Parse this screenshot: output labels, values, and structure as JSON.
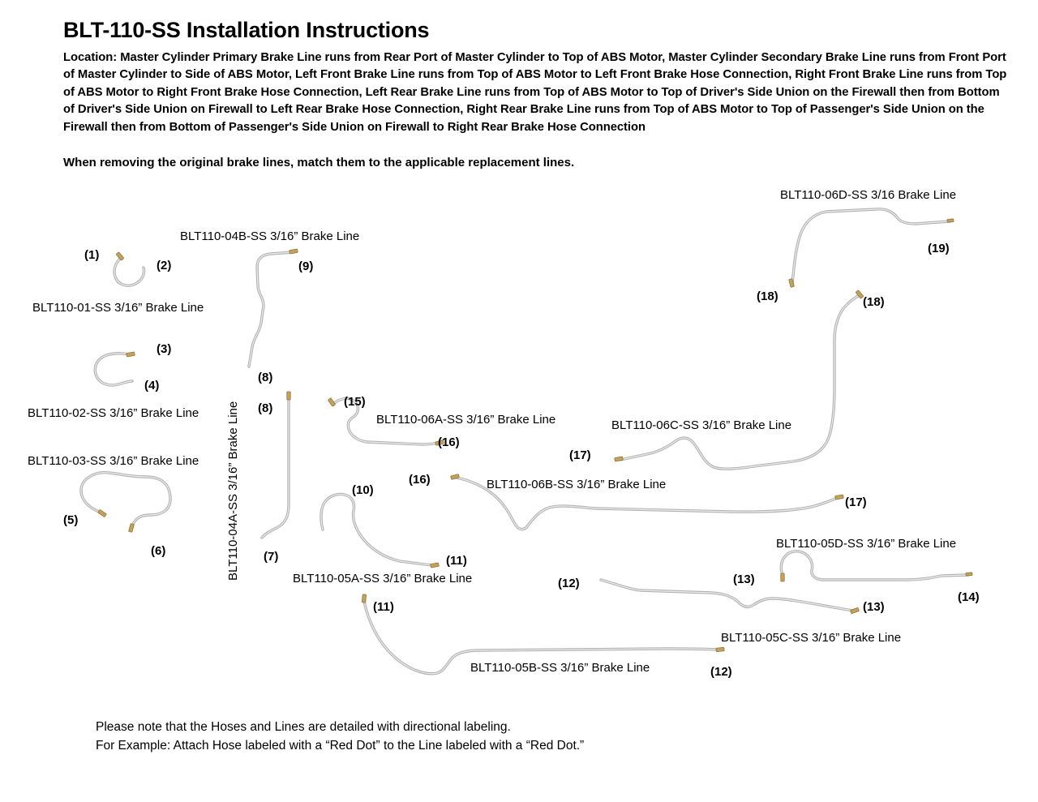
{
  "page": {
    "title": "BLT-110-SS Installation Instructions",
    "location_paragraph": "Location: Master Cylinder Primary Brake Line runs from Rear Port of Master Cylinder to Top of ABS Motor, Master Cylinder Secondary Brake Line runs from Front Port of Master Cylinder to Side of ABS Motor, Left Front Brake Line runs from Top of ABS Motor to Left Front Brake Hose Connection, Right Front Brake Line runs from Top of ABS Motor to Right Front Brake Hose Connection, Left Rear Brake Line runs from Top of ABS Motor to Top of Driver's Side Union on the Firewall then from Bottom of Driver's Side Union on Firewall to Left Rear Brake Hose Connection, Right Rear Brake Line runs from Top of ABS Motor to Top of Passenger's Side Union on the Firewall then from Bottom of Passenger's Side Union on Firewall to Right Rear Brake Hose Connection",
    "removal_note": "When removing the original brake lines, match them to the applicable replacement lines.",
    "footer_note_line1": "Please note that the Hoses and Lines are detailed with directional labeling.",
    "footer_note_line2": "For Example: Attach Hose labeled with a “Red Dot” to the Line labeled with a “Red Dot.”"
  },
  "diagram": {
    "parts": {
      "p01": "BLT110-01-SS 3/16” Brake Line",
      "p02": "BLT110-02-SS 3/16” Brake Line",
      "p03": "BLT110-03-SS 3/16” Brake Line",
      "p04a": "BLT110-04A-SS 3/16” Brake Line",
      "p04b": "BLT110-04B-SS 3/16” Brake Line",
      "p05a": "BLT110-05A-SS 3/16” Brake Line",
      "p05b": "BLT110-05B-SS 3/16” Brake Line",
      "p05c": "BLT110-05C-SS 3/16” Brake Line",
      "p05d": "BLT110-05D-SS 3/16” Brake Line",
      "p06a": "BLT110-06A-SS 3/16” Brake Line",
      "p06b": "BLT110-06B-SS 3/16” Brake Line",
      "p06c": "BLT110-06C-SS 3/16” Brake Line",
      "p06d": "BLT110-06D-SS 3/16 Brake Line"
    },
    "callouts": {
      "c1": "(1)",
      "c2": "(2)",
      "c3": "(3)",
      "c4": "(4)",
      "c5": "(5)",
      "c6": "(6)",
      "c7": "(7)",
      "c8": "(8)",
      "c9": "(9)",
      "c10": "(10)",
      "c11": "(11)",
      "c12": "(12)",
      "c13": "(13)",
      "c14": "(14)",
      "c15": "(15)",
      "c16": "(16)",
      "c17": "(17)",
      "c18": "(18)",
      "c19": "(19)"
    },
    "colors": {
      "line": "#b2b2b2",
      "fitting": "#c2a25f"
    }
  }
}
